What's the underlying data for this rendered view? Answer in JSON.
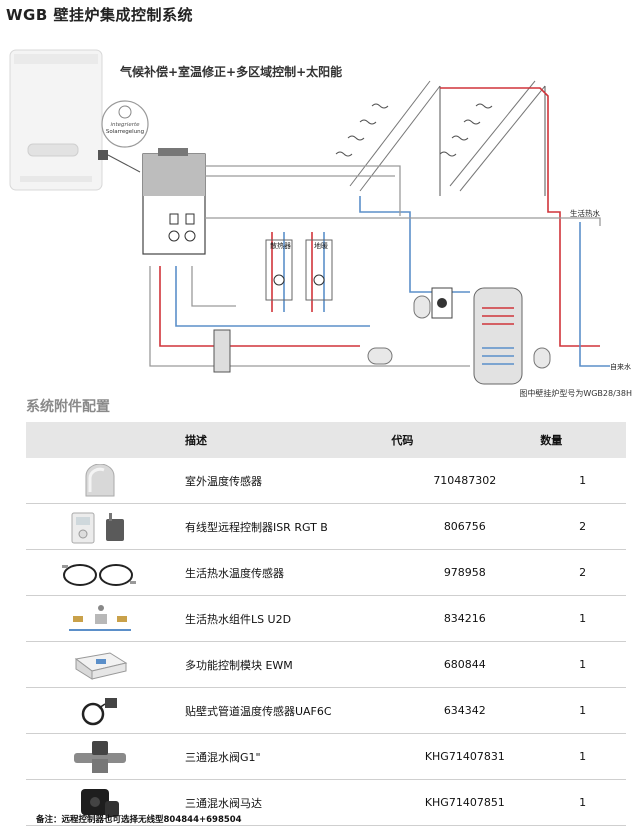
{
  "header": {
    "title": "WGB 壁挂炉集成控制系统"
  },
  "diagram": {
    "heading": "气候补偿+室温修正+多区域控制+太阳能",
    "badge_line1": "integrierte",
    "badge_line2": "Solarregelung",
    "label_radiator": "散热器",
    "label_floor": "地暖",
    "label_hot_water": "生活热水",
    "label_tap_water": "自来水",
    "model_note": "图中壁挂炉型号为WGB28/38H"
  },
  "accessories": {
    "section_title": "系统附件配置",
    "columns": {
      "desc": "描述",
      "code": "代码",
      "qty": "数量"
    },
    "rows": [
      {
        "icon": "outdoor-sensor-icon",
        "desc": "室外温度传感器",
        "code": "710487302",
        "qty": "1"
      },
      {
        "icon": "remote-controller-icon",
        "desc": "有线型远程控制器ISR RGT B",
        "code": "806756",
        "qty": "2"
      },
      {
        "icon": "cable-sensor-icon",
        "desc": "生活热水温度传感器",
        "code": "978958",
        "qty": "2"
      },
      {
        "icon": "hot-water-kit-icon",
        "desc": "生活热水组件LS U2D",
        "code": "834216",
        "qty": "1"
      },
      {
        "icon": "control-module-icon",
        "desc": "多功能控制模块 EWM",
        "code": "680844",
        "qty": "1"
      },
      {
        "icon": "pipe-sensor-icon",
        "desc": "贴壁式管道温度传感器UAF6C",
        "code": "634342",
        "qty": "1"
      },
      {
        "icon": "mixing-valve-icon",
        "desc": "三通混水阀G1\"",
        "code": "KHG71407831",
        "qty": "1"
      },
      {
        "icon": "valve-motor-icon",
        "desc": "三通混水阀马达",
        "code": "KHG71407851",
        "qty": "1"
      }
    ]
  },
  "footnote": "备注：远程控制器也可选择无线型804844+698504",
  "colors": {
    "hot": "#d0343a",
    "cold": "#5b8fc9",
    "line": "#555555",
    "header_bg": "#e6e6e6"
  }
}
